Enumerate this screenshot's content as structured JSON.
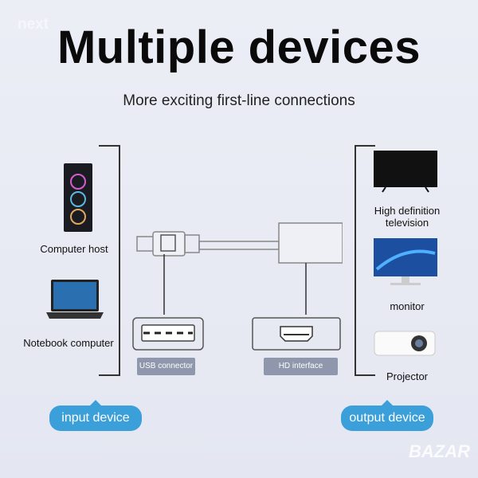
{
  "watermark": "next",
  "title": "Multiple devices",
  "subtitle": "More exciting first-line connections",
  "inputs": [
    {
      "label": "Computer host"
    },
    {
      "label": "Notebook computer"
    }
  ],
  "outputs": [
    {
      "label_lines": [
        "High definition",
        "television"
      ]
    },
    {
      "label": "monitor"
    },
    {
      "label": "Projector"
    }
  ],
  "adapter": {
    "usb_label": "USB connector",
    "hd_label": "HD interface"
  },
  "buttons": {
    "input": "input device",
    "output": "output device"
  },
  "corner_watermark": "BAZAR",
  "colors": {
    "accent": "#3b9fd9",
    "tag": "#8e97ab"
  }
}
